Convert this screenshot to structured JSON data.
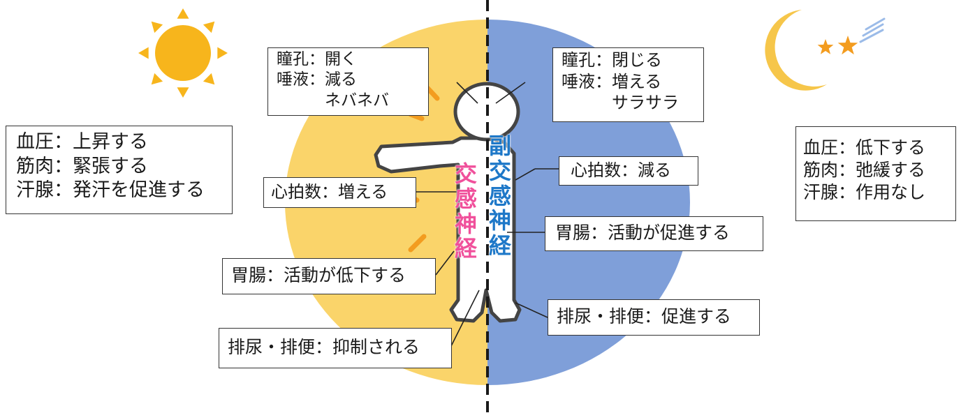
{
  "colors": {
    "sympathetic_bg": "#fad46a",
    "parasympathetic_bg": "#7f9fd9",
    "sympathetic_text": "#f0509b",
    "parasympathetic_text": "#1e78c8",
    "sun": "#f7b51c",
    "moon": "#f6c64a",
    "star": "#f39c1f"
  },
  "icons": {
    "sun": "sun-icon",
    "moon": "moon-icon",
    "stars": "star-icon"
  },
  "sympathetic": {
    "label_chars": [
      "交",
      "感",
      "神",
      "経"
    ],
    "pupil_saliva": [
      "瞳孔：開く",
      "唾液：減る",
      "　　　ネバネバ"
    ],
    "general": [
      "血圧：上昇する",
      "筋肉：緊張する",
      "汗腺：発汗を促進する"
    ],
    "heart": "心拍数：増える",
    "stomach": "胃腸：活動が低下する",
    "excretion": "排尿・排便：抑制される"
  },
  "parasympathetic": {
    "label_chars": [
      "副",
      "交",
      "感",
      "神",
      "経"
    ],
    "pupil_saliva": [
      "瞳孔：閉じる",
      "唾液：増える",
      "　　　サラサラ"
    ],
    "general": [
      "血圧：低下する",
      "筋肉：弛緩する",
      "汗腺：作用なし"
    ],
    "heart": "心拍数：減る",
    "stomach": "胃腸：活動が促進する",
    "excretion": "排尿・排便：促進する"
  }
}
